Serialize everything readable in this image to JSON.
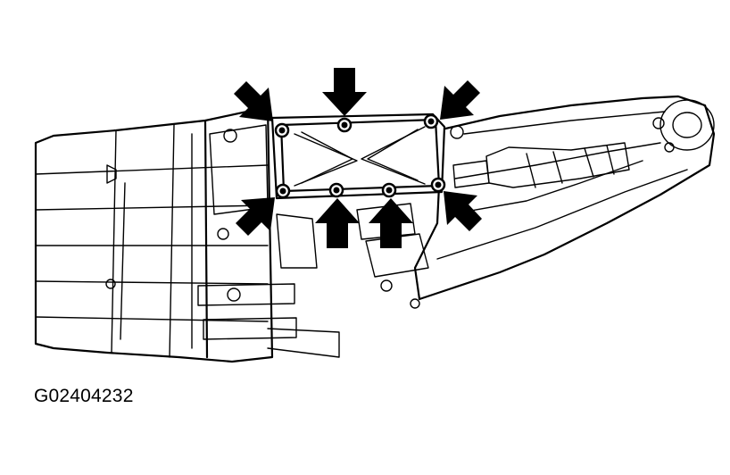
{
  "figure": {
    "id_label": "G02404232"
  },
  "callouts": {
    "bolt_count": 7,
    "arrow_count": 7
  }
}
